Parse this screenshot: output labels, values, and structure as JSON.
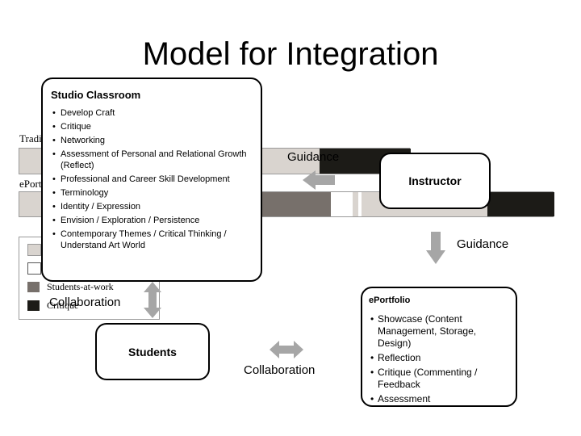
{
  "title": "Model for Integration",
  "background_figure": {
    "row1_label": "Tradi",
    "row2_label": "ePort",
    "legend_items": [
      "Students-at-work",
      "Critique"
    ]
  },
  "studio": {
    "heading": "Studio Classroom",
    "items": [
      "Develop Craft",
      "Critique",
      "Networking",
      "Assessment of Personal and Relational Growth (Reflect)",
      "Professional and Career Skill Development",
      "Terminology",
      "Identity / Expression",
      "Envision / Exploration / Persistence",
      "Contemporary Themes / Critical Thinking / Understand Art World"
    ]
  },
  "instructor": {
    "label": "Instructor"
  },
  "students": {
    "label": "Students"
  },
  "eportfolio": {
    "heading": "ePortfolio",
    "items": [
      "Showcase (Content Management, Storage, Design)",
      "Reflection",
      "Critique (Commenting / Feedback",
      "Assessment"
    ]
  },
  "labels": {
    "guidance_top": "Guidance",
    "guidance_right": "Guidance",
    "collaboration_left": "Collaboration",
    "collaboration_bottom": "Collaboration"
  },
  "colors": {
    "arrow": "#a6a6a6",
    "light_seg": "#d9d4cf",
    "mid_seg": "#77706b",
    "dark_seg": "#1c1b17"
  }
}
